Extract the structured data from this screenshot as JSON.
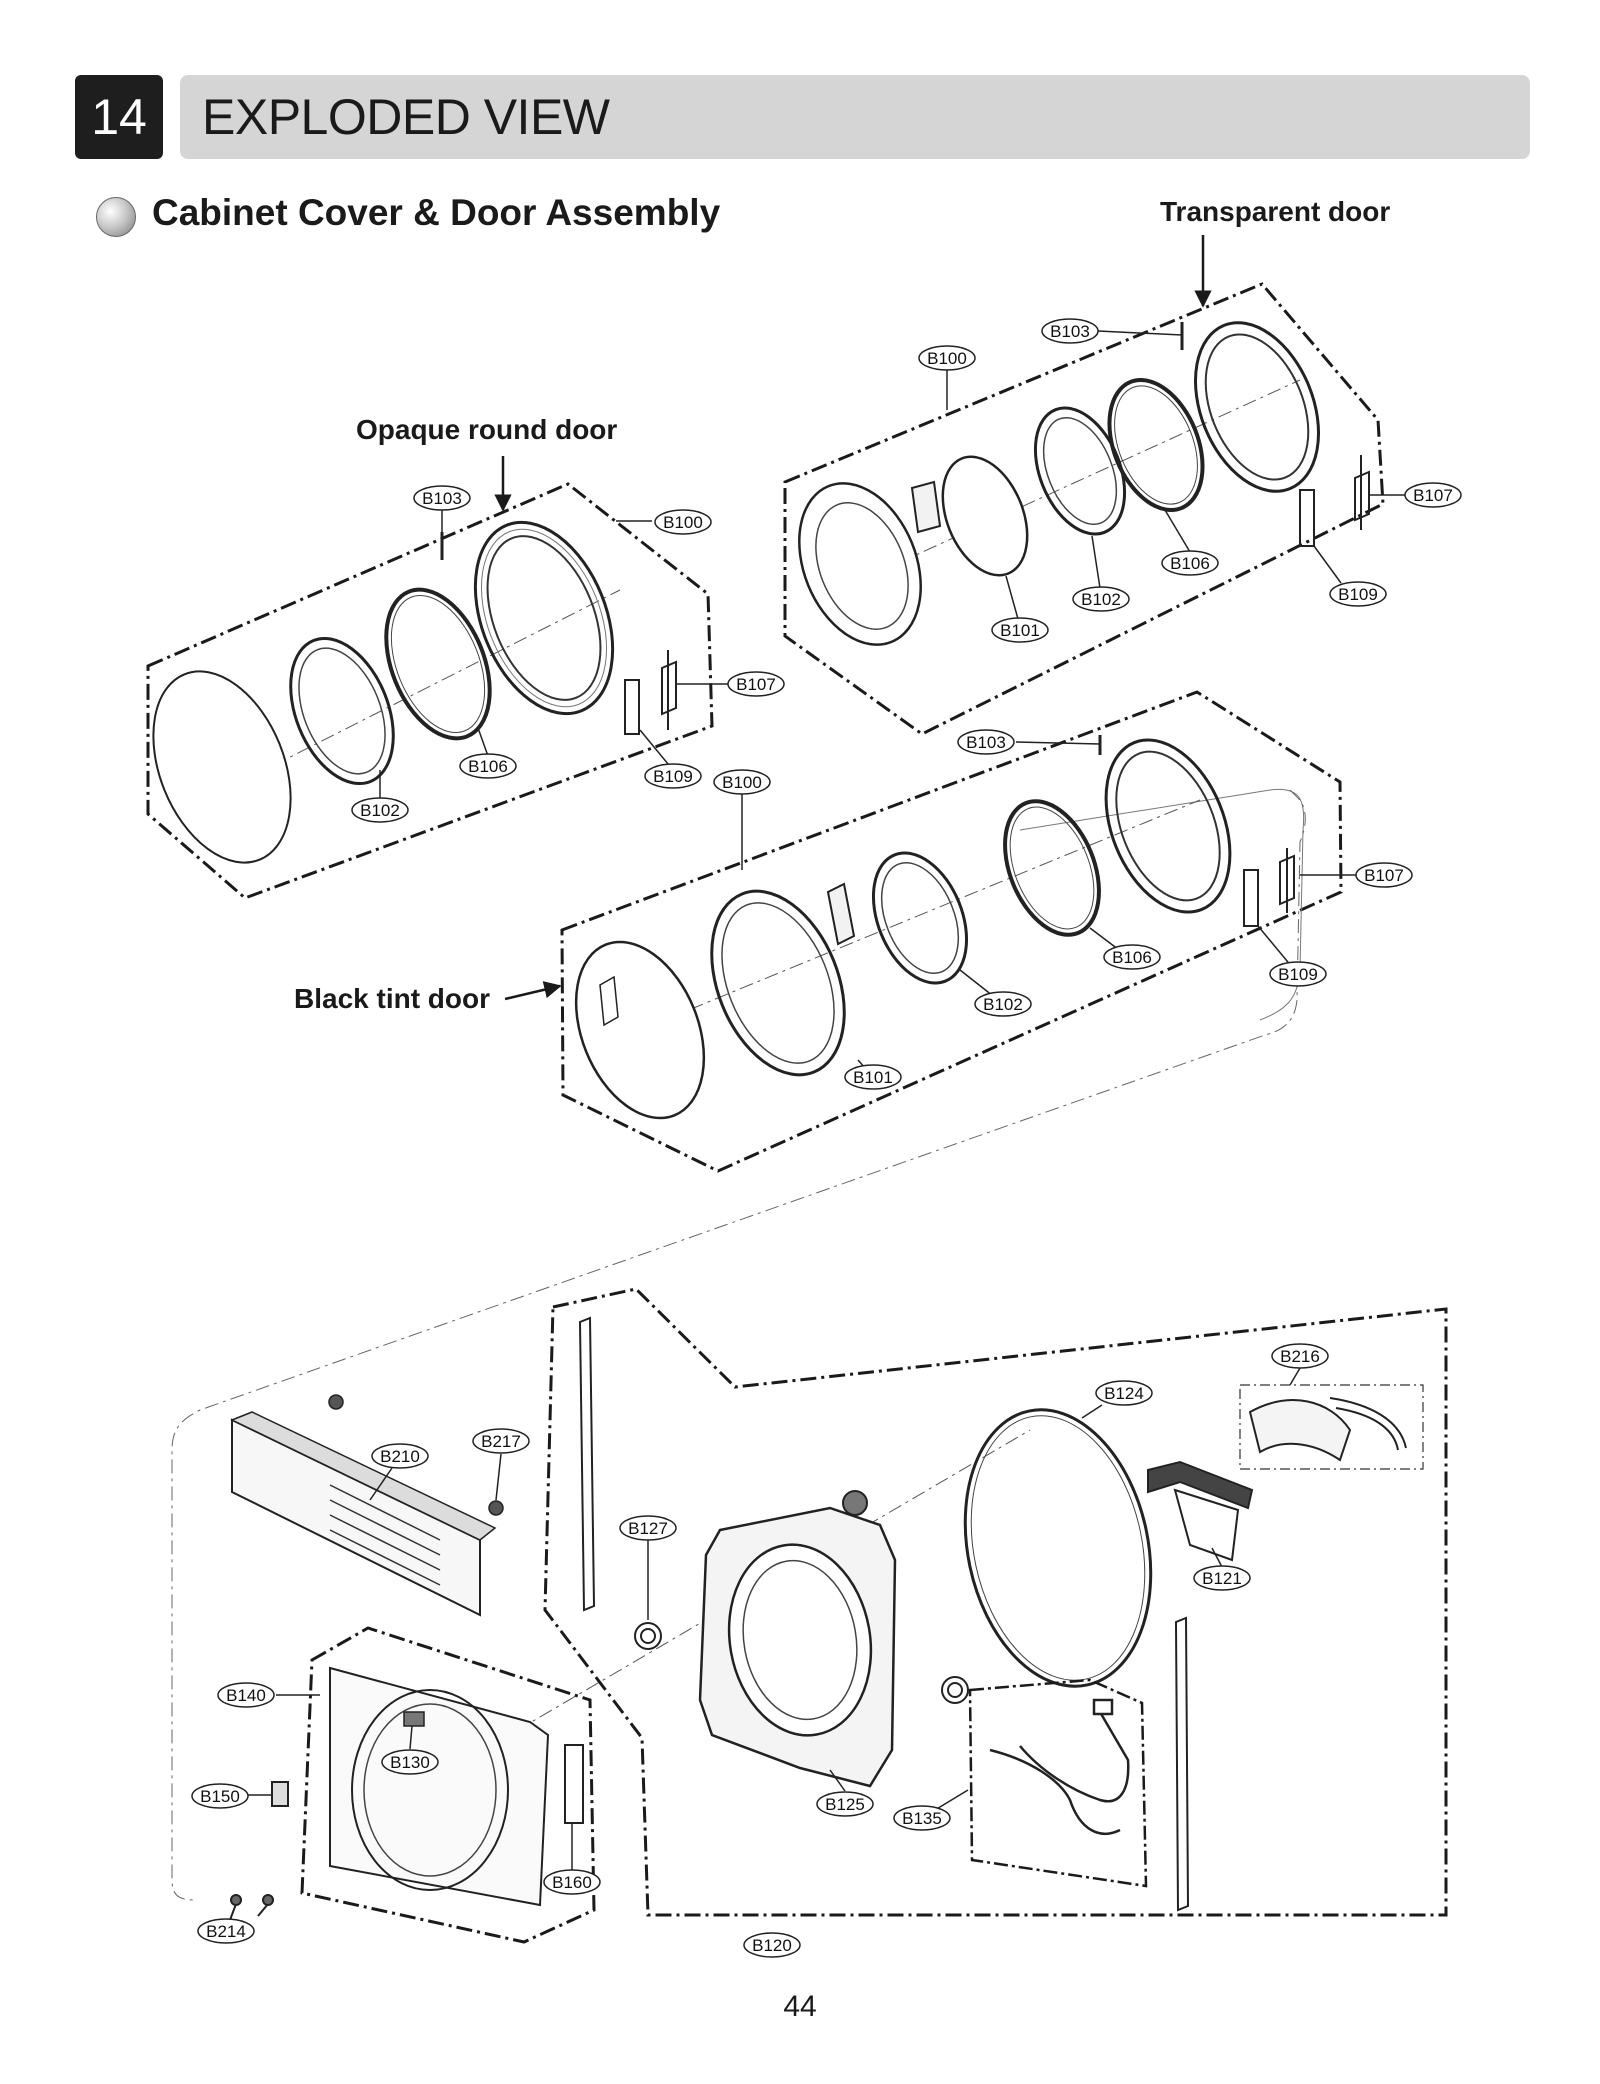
{
  "header": {
    "chapter_number": "14",
    "chapter_title": "EXPLODED VIEW"
  },
  "section": {
    "title": "Cabinet Cover & Door Assembly"
  },
  "callouts": {
    "transparent_door": "Transparent door",
    "opaque_door": "Opaque round door",
    "black_tint_door": "Black tint door"
  },
  "part_labels": {
    "opaque": [
      "B103",
      "B100",
      "B107",
      "B106",
      "B109",
      "B102"
    ],
    "transparent": [
      "B103",
      "B100",
      "B107",
      "B106",
      "B109",
      "B102",
      "B101"
    ],
    "black_tint": [
      "B103",
      "B100",
      "B107",
      "B106",
      "B109",
      "B102",
      "B101"
    ],
    "cabinet": [
      "B216",
      "B124",
      "B210",
      "B217",
      "B127",
      "B121",
      "B140",
      "B130",
      "B150",
      "B125",
      "B135",
      "B160",
      "B214",
      "B120"
    ]
  },
  "page_number": "44",
  "colors": {
    "ink": "#1a1a1a",
    "header_bar": "#d5d5d5",
    "chapter_box": "#1e1e1e"
  }
}
